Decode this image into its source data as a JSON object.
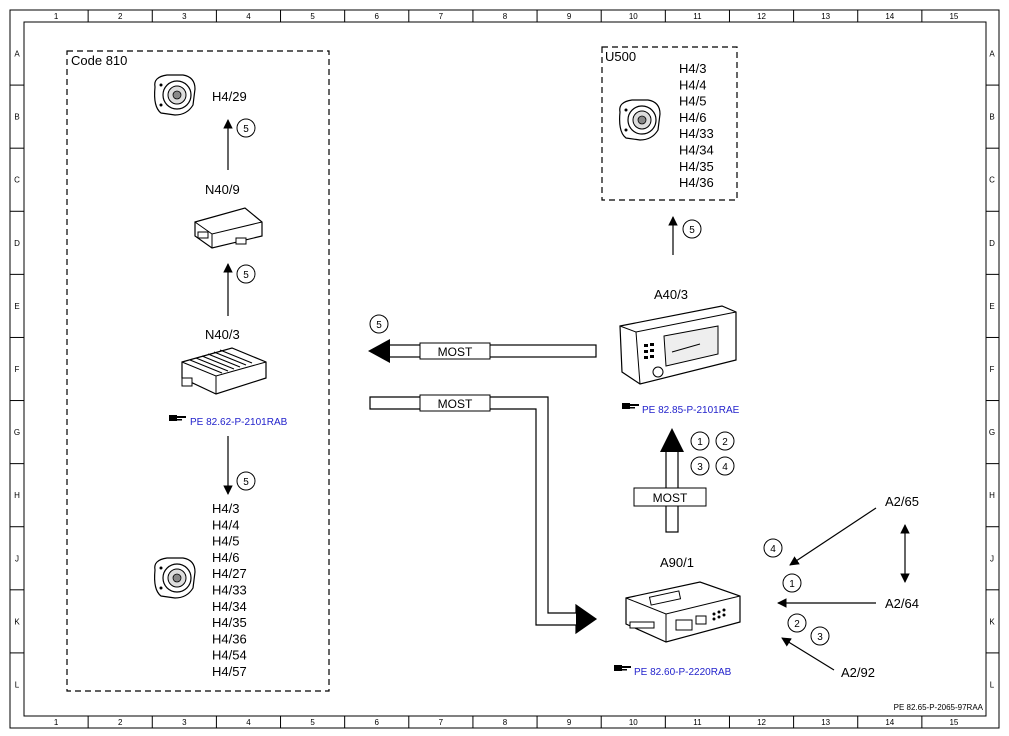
{
  "frame": {
    "col_labels": [
      "1",
      "2",
      "3",
      "4",
      "5",
      "6",
      "7",
      "8",
      "9",
      "10",
      "11",
      "12",
      "13",
      "14",
      "15"
    ],
    "row_labels": [
      "A",
      "B",
      "C",
      "D",
      "E",
      "F",
      "G",
      "H",
      "J",
      "K",
      "L"
    ],
    "doc_id": "PE 82.65-P-2065-97RAA"
  },
  "boxes": {
    "code810": "Code 810",
    "u500": "U500"
  },
  "components": {
    "h4_29": "H4/29",
    "n40_9": "N40/9",
    "n40_3": "N40/3",
    "a40_3": "A40/3",
    "a90_1": "A90/1",
    "a2_65": "A2/65",
    "a2_64": "A2/64",
    "a2_92": "A2/92"
  },
  "u500_speakers": [
    "H4/3",
    "H4/4",
    "H4/5",
    "H4/6",
    "H4/33",
    "H4/34",
    "H4/35",
    "H4/36"
  ],
  "bottom_speakers": [
    "H4/3",
    "H4/4",
    "H4/5",
    "H4/6",
    "H4/27",
    "H4/33",
    "H4/34",
    "H4/35",
    "H4/36",
    "H4/54",
    "H4/57"
  ],
  "refs": {
    "n40_3": "PE 82.62-P-2101RAB",
    "a40_3": "PE 82.85-P-2101RAE",
    "a90_1": "PE 82.60-P-2220RAB"
  },
  "bus": {
    "most_top": "MOST",
    "most_mid": "MOST",
    "most_vert": "MOST"
  },
  "circled": {
    "c1": "5",
    "c2": "5",
    "c3": "5",
    "c4": "5",
    "c5": "5",
    "g1": "1",
    "g2": "2",
    "g3": "3",
    "g4": "4",
    "r4": "4",
    "r1": "1",
    "r2": "2",
    "r3": "3"
  },
  "icons": [
    "speaker-icon",
    "module-icon",
    "amplifier-icon",
    "head-unit-icon",
    "receiver-icon",
    "pointing-hand-icon"
  ]
}
